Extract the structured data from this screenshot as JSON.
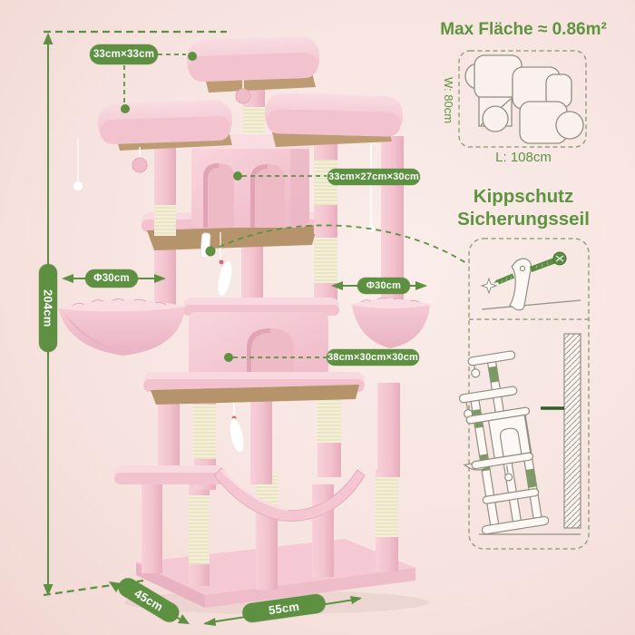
{
  "palette": {
    "accent_green": "#5d9141",
    "heading_green": "#5e9340",
    "rope_green": "#2f5d28",
    "plush_pink": "#f4c9d2",
    "plush_pink_light": "#f8d9df",
    "plush_pink_dark": "#e9b0c0",
    "sisal_cream": "#f1ebd0",
    "board_tan": "#bd9c74",
    "background_pink": "#f7e4e0",
    "outline_gray": "#8f9080"
  },
  "tree_labels": {
    "height": "204cm",
    "top_platform": "33cm×33cm",
    "upper_condo": "33cm×27cm×30cm",
    "left_basket": "Φ30cm",
    "right_basket": "Φ30cm",
    "lower_condo": "38cm×30cm×30cm",
    "base_depth": "45cm",
    "base_width": "55cm"
  },
  "max_area": {
    "title": "Max Fläche ≈ 0.86m²",
    "width": "W: 80cm",
    "length": "L: 108cm"
  },
  "anti_tip": {
    "line1": "Kippschutz",
    "line2": "Sicherungsseil"
  }
}
